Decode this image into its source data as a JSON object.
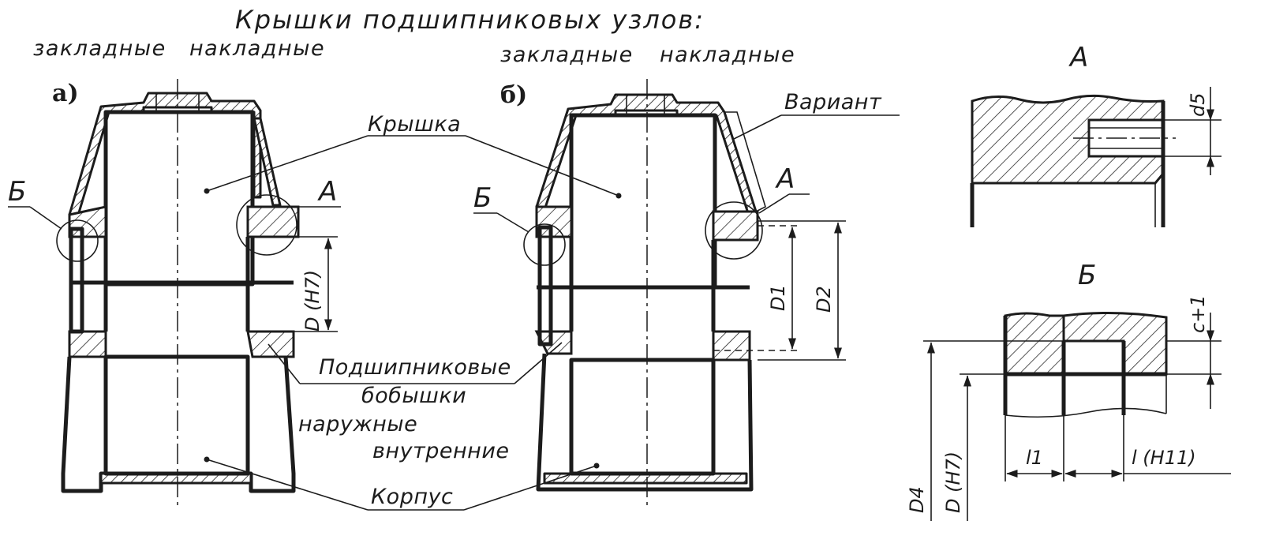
{
  "title": "Крышки подшипниковых узлов:",
  "variant_a": {
    "letter": "а)",
    "subtitle_inset": "закладные",
    "subtitle_overlay": "накладные",
    "detail_b": "Б",
    "detail_a": "А",
    "dim_bore": "D (H7)"
  },
  "variant_b": {
    "letter": "б)",
    "subtitle_inset": "закладные",
    "subtitle_overlay": "накладные",
    "detail_b": "Б",
    "detail_a": "А",
    "dim_d1": "D1",
    "dim_d2": "D2"
  },
  "callouts": {
    "cover": "Крышка",
    "variant": "Вариант",
    "bosses_line1": "Подшипниковые",
    "bosses_line2": "бобышки",
    "bosses_outer": "наружные",
    "bosses_inner": "внутренние",
    "housing": "Корпус"
  },
  "view_a": {
    "title": "А",
    "dim_d5": "d5"
  },
  "view_b": {
    "title": "Б",
    "dim_c1": "c+1",
    "dim_d4": "D4",
    "dim_bore": "D (H7)",
    "dim_l1": "l1",
    "dim_l": "l (H11)"
  }
}
